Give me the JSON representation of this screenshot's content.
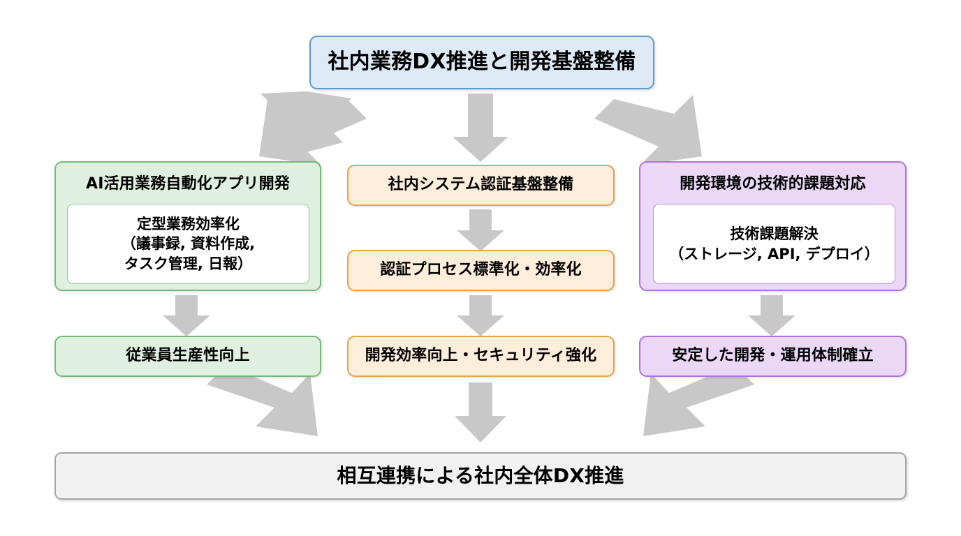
{
  "diagram": {
    "title_box": {
      "label": "社内業務DX推進と開発基盤整備",
      "fill": "#ddeaf6",
      "border": "#5b9bd5"
    },
    "columns": [
      {
        "id": "ai-automation",
        "fill": "#dff0e0",
        "border": "#72bb77",
        "header": "AI活用業務自動化アプリ開発",
        "detail": "定型業務効率化\n（議事録, 資料作成,\nタスク管理, 日報）",
        "outcome": "従業員生産性向上"
      },
      {
        "id": "auth-platform",
        "fill": "#fdeedb",
        "border": "#e3a44c",
        "header": "社内システム認証基盤整備",
        "detail": "認証プロセス標準化・効率化",
        "outcome": "開発効率向上・セキュリティ強化"
      },
      {
        "id": "dev-environment",
        "fill": "#ead8f6",
        "border": "#b072d9",
        "header": "開発環境の技術的課題対応",
        "detail": "技術課題解決\n（ストレージ, API, デプロイ）",
        "outcome": "安定した開発・運用体制確立"
      }
    ],
    "summary_box": {
      "label": "相互連携による社内全体DX推進",
      "fill": "#f1f1f1",
      "border": "#a6a6a6"
    },
    "arrows": {
      "color": "#c8c8c8",
      "names": [
        "title-to-left-column",
        "title-to-center-column",
        "title-to-right-column",
        "left-detail-to-outcome",
        "center-step-to-step",
        "center-step-to-outcome",
        "right-detail-to-outcome",
        "left-outcome-to-summary",
        "center-outcome-to-summary",
        "right-outcome-to-summary"
      ]
    }
  }
}
